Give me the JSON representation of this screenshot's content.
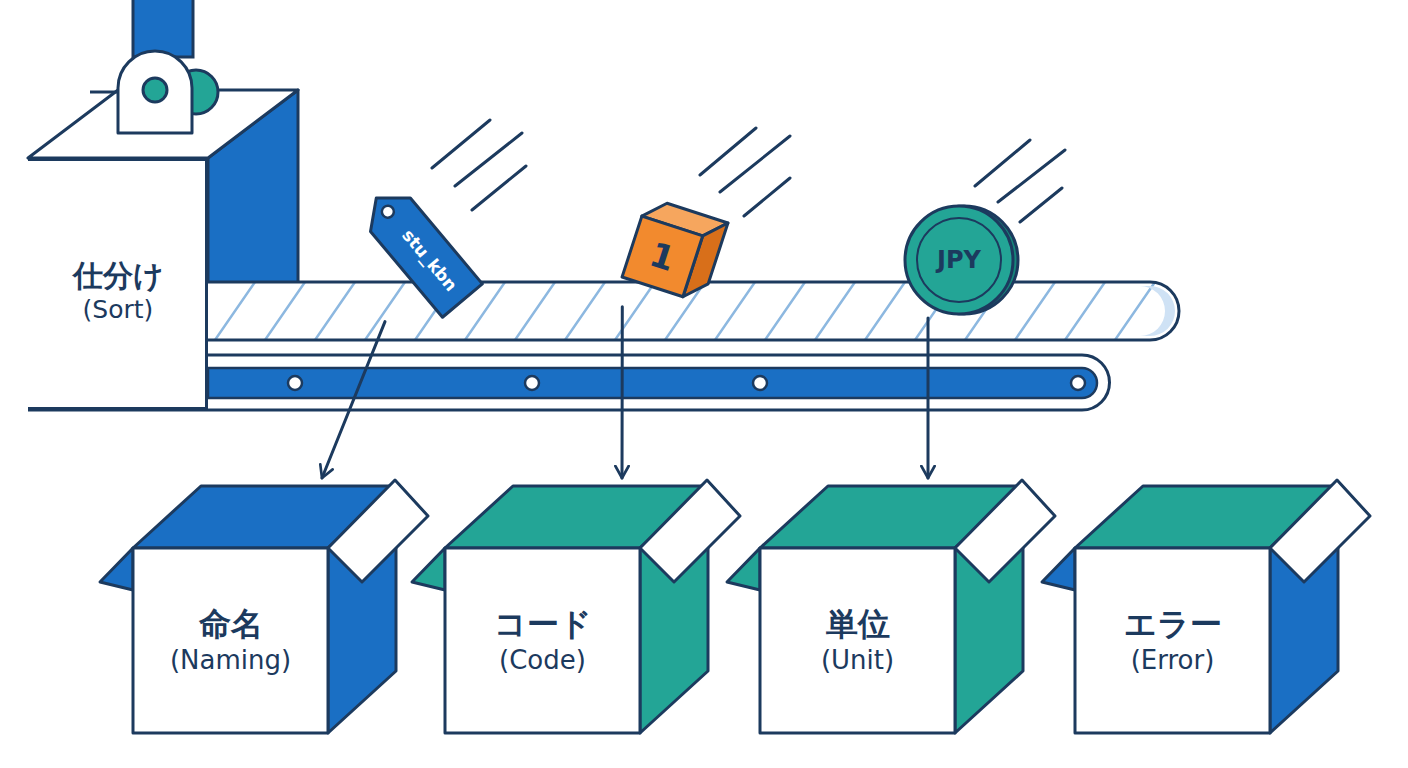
{
  "diagram": {
    "nodes": [
      {
        "text": [
          "仕分け",
          "(Sort)"
        ]
      },
      {
        "text": [
          "stu_kbn"
        ]
      },
      {
        "text": [
          "1"
        ]
      },
      {
        "text": [
          "JPY"
        ]
      },
      {
        "text": [
          "命名",
          "(Naming)"
        ]
      },
      {
        "text": [
          "コード",
          "(Code)"
        ]
      },
      {
        "text": [
          "単位",
          "(Unit)"
        ]
      },
      {
        "text": [
          "エラー",
          "(Error)"
        ]
      }
    ],
    "edges": [
      {
        "from": 1,
        "to": 4,
        "arrow": "to"
      },
      {
        "from": 2,
        "to": 5,
        "arrow": "to"
      },
      {
        "from": 3,
        "to": 6,
        "arrow": "to"
      }
    ]
  }
}
